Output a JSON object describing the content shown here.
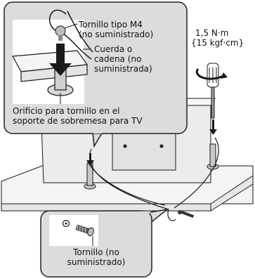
{
  "callout_top": {
    "screw_label": "Tornillo tipo M4",
    "screw_note": "(no suministrado)",
    "cord_line1": "Cuerda o",
    "cord_line2": "cadena (no",
    "cord_line3": "suministrada)",
    "hole_line1": "Orificio para tornillo en el",
    "hole_line2": "soporte de sobremesa para TV"
  },
  "torque": {
    "value_nm": "1,5 N·m",
    "value_kgf": "{15 kgf·cm}"
  },
  "callout_bottom": {
    "line1": "Tornillo (no",
    "line2": "suministrado)"
  },
  "colors": {
    "callout_bg": "#dcdcdc",
    "callout_border": "#222222",
    "line": "#1a1a1a",
    "tv_fill": "#ececec",
    "table_fill": "#f4f4f4"
  }
}
